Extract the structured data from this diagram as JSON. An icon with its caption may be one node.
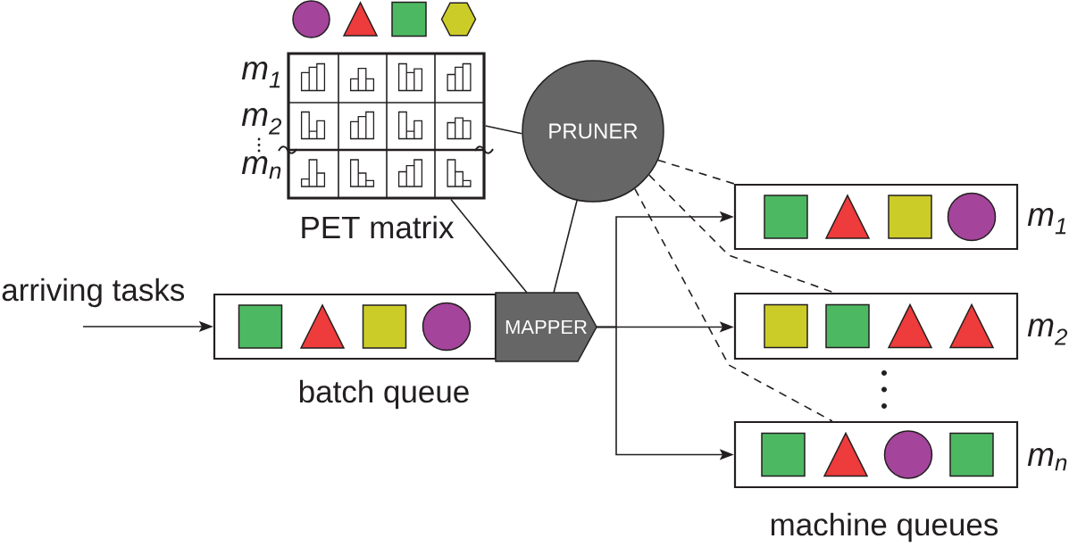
{
  "diagram": {
    "nodes": [
      {
        "text": [],
        "shape": "box",
        "beside": [
          "m$_{1}$",
          "m$_{2}$",
          "m$_{n}$",
          "PET matrix"
        ]
      },
      {
        "text": [
          "PRUNER"
        ]
      },
      {
        "text": [],
        "shape": "box",
        "beside": [
          "batch queue"
        ]
      },
      {
        "text": [
          "MAPPER"
        ]
      },
      {
        "text": [],
        "shape": "box",
        "beside": [
          "m$_{1}$"
        ]
      },
      {
        "text": [],
        "shape": "box",
        "beside": [
          "m$_{2}$"
        ]
      },
      {
        "text": [],
        "shape": "box",
        "beside": [
          "m$_{n}$"
        ]
      }
    ],
    "edges": [
      {
        "from": null,
        "to": 2,
        "arrow": "to"
      },
      {
        "from": 0,
        "to": 1,
        "arrow": "none"
      },
      {
        "from": 0,
        "to": 3,
        "arrow": "none"
      },
      {
        "from": 1,
        "to": 3,
        "arrow": "none"
      },
      {
        "from": 3,
        "to": 4,
        "arrow": "to"
      },
      {
        "from": 3,
        "to": 5,
        "arrow": "to"
      },
      {
        "from": 3,
        "to": 6,
        "arrow": "to"
      },
      {
        "from": 1,
        "to": 4,
        "arrow": "none",
        "style": "dashed"
      },
      {
        "from": 1,
        "to": 5,
        "arrow": "none",
        "style": "dashed"
      },
      {
        "from": 1,
        "to": 6,
        "arrow": "none",
        "style": "dashed"
      }
    ],
    "labels": [
      "arriving tasks",
      "machine queues"
    ]
  }
}
